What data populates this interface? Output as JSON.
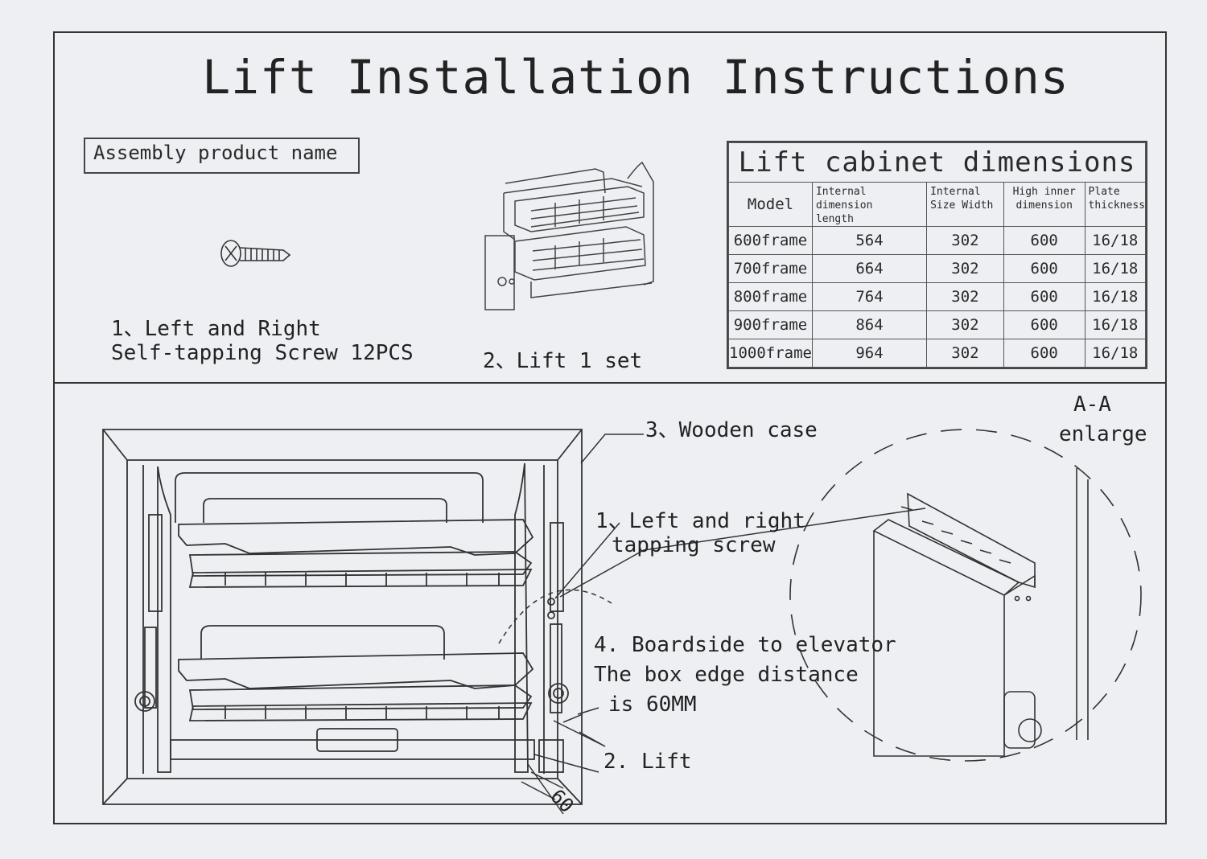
{
  "title": "Lift Installation Instructions",
  "assembly_label": "Assembly product name",
  "item1": {
    "line1": "1、Left and Right",
    "line2": "Self-tapping Screw 12PCS"
  },
  "item2": "2、Lift 1 set",
  "table": {
    "title": "Lift cabinet dimensions",
    "headers": {
      "model": "Model",
      "length_1": "Internal dimension",
      "length_2": "length",
      "width_1": "Internal",
      "width_2": "Size Width",
      "high_1": "High inner",
      "high_2": "dimension",
      "plate_1": "Plate",
      "plate_2": "thickness"
    },
    "rows": [
      {
        "model": "600frame",
        "length": "564",
        "width": "302",
        "high": "600",
        "plate": "16/18"
      },
      {
        "model": "700frame",
        "length": "664",
        "width": "302",
        "high": "600",
        "plate": "16/18"
      },
      {
        "model": "800frame",
        "length": "764",
        "width": "302",
        "high": "600",
        "plate": "16/18"
      },
      {
        "model": "900frame",
        "length": "864",
        "width": "302",
        "high": "600",
        "plate": "16/18"
      },
      {
        "model": "1000frame",
        "length": "964",
        "width": "302",
        "high": "600",
        "plate": "16/18"
      }
    ]
  },
  "callouts": {
    "wooden_case": "3、Wooden case",
    "screw_1": "1、Left and right",
    "screw_2": "tapping screw",
    "board_1": "4. Boardside to elevator",
    "board_2": "The box edge distance",
    "board_3": "is 60MM",
    "lift": "2. Lift",
    "dim": "60",
    "aa_1": "A-A",
    "aa_2": "enlarge"
  }
}
